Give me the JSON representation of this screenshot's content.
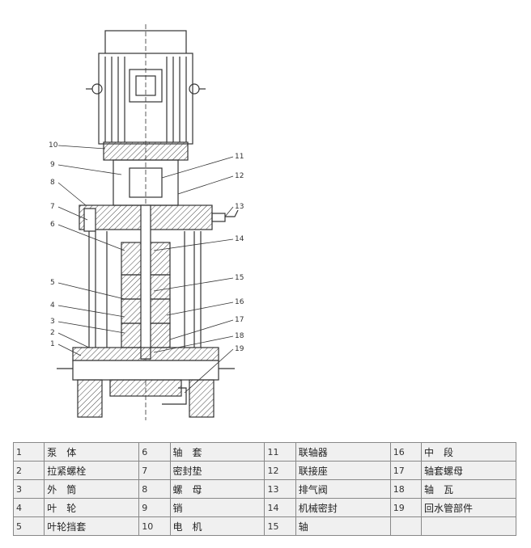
{
  "callouts": [
    "1",
    "2",
    "3",
    "4",
    "5",
    "6",
    "7",
    "8",
    "9",
    "10",
    "11",
    "12",
    "13",
    "14",
    "15",
    "16",
    "17",
    "18",
    "19"
  ],
  "parts": [
    [
      {
        "num": "1",
        "name": "泵　体"
      },
      {
        "num": "6",
        "name": "轴　套"
      },
      {
        "num": "11",
        "name": "联轴器"
      },
      {
        "num": "16",
        "name": "中　段"
      }
    ],
    [
      {
        "num": "2",
        "name": "拉紧螺栓"
      },
      {
        "num": "7",
        "name": "密封垫"
      },
      {
        "num": "12",
        "name": "联接座"
      },
      {
        "num": "17",
        "name": "轴套螺母"
      }
    ],
    [
      {
        "num": "3",
        "name": "外　筒"
      },
      {
        "num": "8",
        "name": "螺　母"
      },
      {
        "num": "13",
        "name": "排气阀"
      },
      {
        "num": "18",
        "name": "轴　瓦"
      }
    ],
    [
      {
        "num": "4",
        "name": "叶　轮"
      },
      {
        "num": "9",
        "name": "销"
      },
      {
        "num": "14",
        "name": "机械密封"
      },
      {
        "num": "19",
        "name": "回水管部件"
      }
    ],
    [
      {
        "num": "5",
        "name": "叶轮挡套"
      },
      {
        "num": "10",
        "name": "电　机"
      },
      {
        "num": "15",
        "name": "轴"
      },
      {
        "num": "",
        "name": ""
      }
    ]
  ]
}
